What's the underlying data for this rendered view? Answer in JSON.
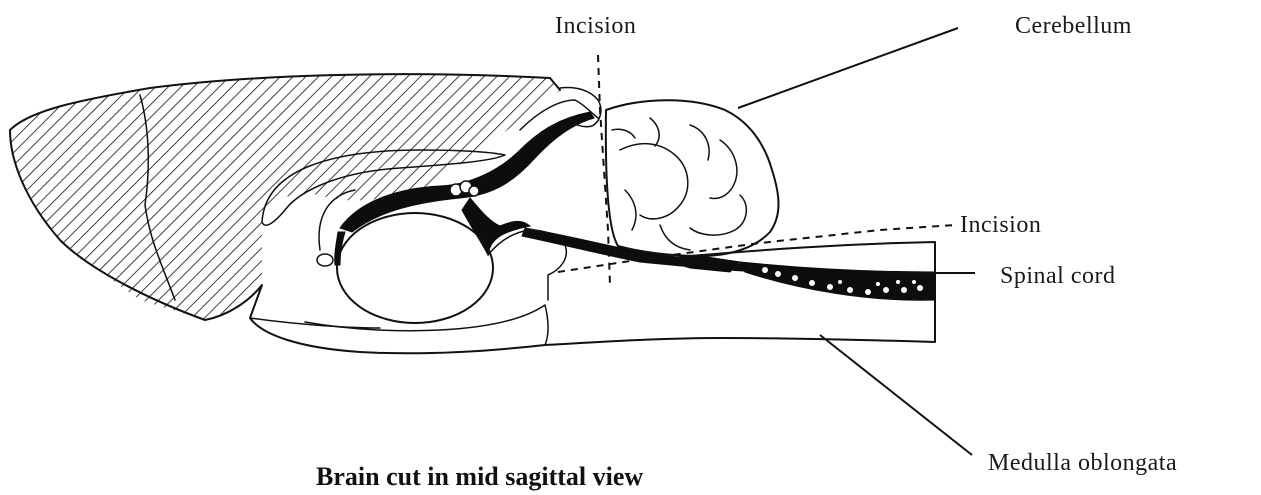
{
  "labels": {
    "incision_top": "Incision",
    "cerebellum": "Cerebellum",
    "incision_right": "Incision",
    "spinal_cord": "Spinal cord",
    "medulla": "Medulla oblongata"
  },
  "caption": "Brain cut in mid sagittal view",
  "colors": {
    "ink": "#111111",
    "background": "#ffffff"
  }
}
